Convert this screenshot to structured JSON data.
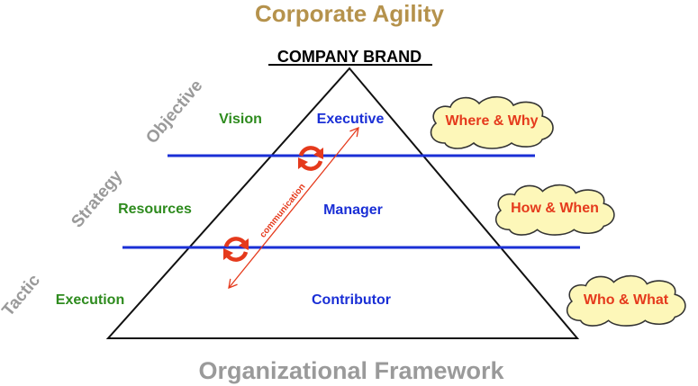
{
  "title": "Corporate Agility",
  "apex_label": "COMPANY BRAND",
  "footer": "Organizational Framework",
  "colors": {
    "title": "#b5924c",
    "footer": "#9a9a9a",
    "side_label": "#9a9a9a",
    "left_term": "#2e8b1e",
    "role": "#1a2fd6",
    "cloud_text": "#e53a1c",
    "cloud_fill": "#fdf7b9",
    "divider": "#1a2fd6",
    "arrow": "#e53a1c",
    "cycle_icon": "#e53a1c"
  },
  "tiers": [
    {
      "side_label": "Objective",
      "left_term": "Vision",
      "role": "Executive",
      "cloud": "Where & Why"
    },
    {
      "side_label": "Strategy",
      "left_term": "Resources",
      "role": "Manager",
      "cloud": "How & When"
    },
    {
      "side_label": "Tactic",
      "left_term": "Execution",
      "role": "Contributor",
      "cloud": "Who & What"
    }
  ],
  "communication_label": "communication",
  "icons": {
    "cycle_top": "refresh-cycle-icon",
    "cycle_bottom": "refresh-cycle-icon"
  }
}
